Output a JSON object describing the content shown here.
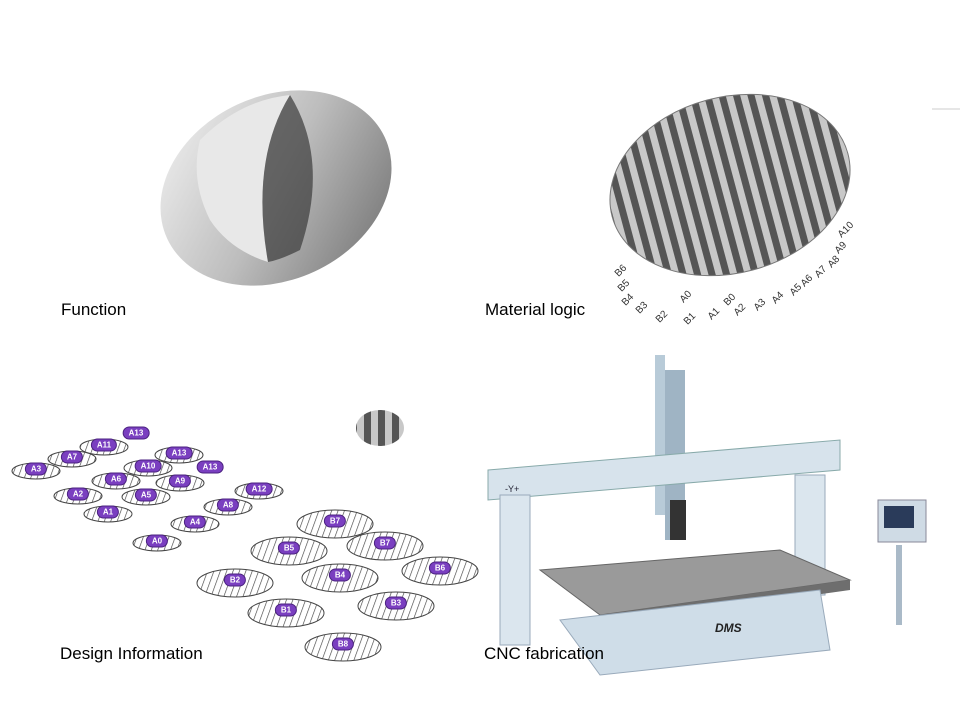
{
  "captions": {
    "function": "Function",
    "material_logic": "Material logic",
    "design_information": "Design Information",
    "cnc_fabrication": "CNC fabrication"
  },
  "material_logic_labels": [
    "B6",
    "B5",
    "B4",
    "B3",
    "B2",
    "A0",
    "B1",
    "A1",
    "B0",
    "A2",
    "A3",
    "A4",
    "A5",
    "A6",
    "A7",
    "A8",
    "A9",
    "A10"
  ],
  "design_tags": [
    "A13",
    "A11",
    "A7",
    "A13",
    "A10",
    "A13",
    "A3",
    "A6",
    "A9",
    "A2",
    "A5",
    "A12",
    "A8",
    "A1",
    "A4",
    "A0",
    "B7",
    "B7",
    "B5",
    "B6",
    "B4",
    "B2",
    "B3",
    "B1",
    "B8"
  ],
  "machine": {
    "brand": "DMS",
    "axis_label": "-Y+"
  },
  "colors": {
    "tag": "#7a3fc0"
  }
}
